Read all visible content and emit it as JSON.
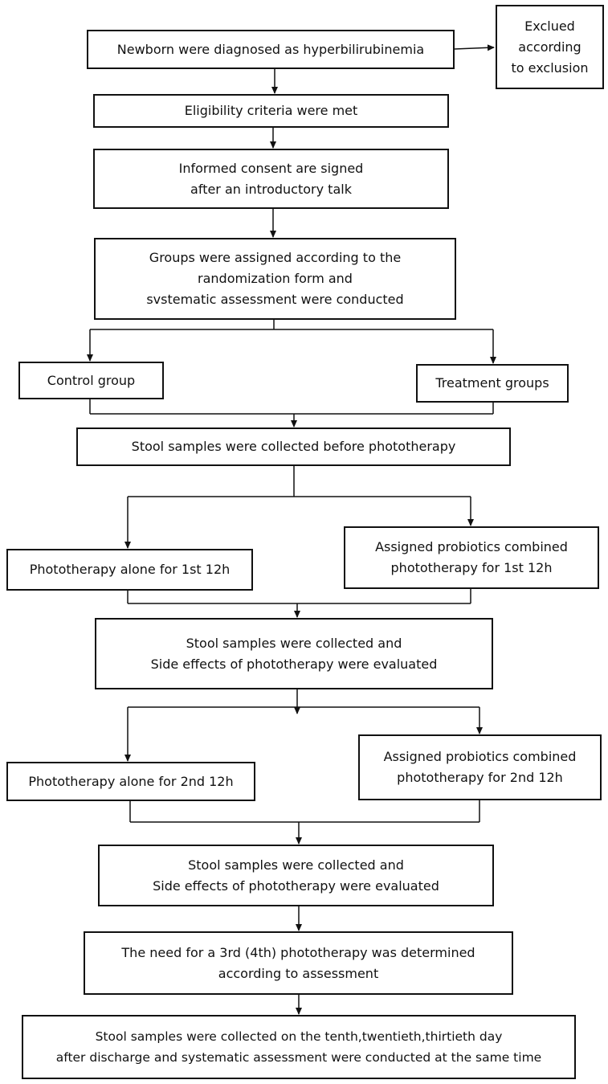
{
  "nodes": {
    "diagnosis": [
      "Newborn were diagnosed as hyperbilirubinemia"
    ],
    "excluded": [
      "Exclued",
      "according",
      "to exclusion"
    ],
    "eligibility": [
      "Eligibility criteria were met"
    ],
    "consent": [
      "Informed consent are signed",
      "after an introductory talk"
    ],
    "randomization": [
      "Groups were assigned according to the",
      "randomization form and",
      "svstematic assessment were conducted"
    ],
    "control": [
      "Control group"
    ],
    "treatment": [
      "Treatment groups"
    ],
    "stool_before": [
      "Stool samples were collected before phototherapy"
    ],
    "photo_alone_1": [
      "Phototherapy alone for 1st 12h"
    ],
    "probiotics_1": [
      "Assigned probiotics combined",
      "phototherapy for 1st 12h"
    ],
    "stool_eval_1": [
      "Stool samples were collected and",
      "Side effects of phototherapy were evaluated"
    ],
    "photo_alone_2": [
      "Phototherapy alone for 2nd 12h"
    ],
    "probiotics_2": [
      "Assigned probiotics combined",
      "phototherapy for 2nd 12h"
    ],
    "stool_eval_2": [
      "Stool samples were collected and",
      "Side effects of phototherapy were evaluated"
    ],
    "need_3rd": [
      "The need for a 3rd (4th) phototherapy was determined",
      "according to assessment"
    ],
    "followup": [
      "Stool samples were collected on the tenth,twentieth,thirtieth day",
      "after discharge and systematic assessment were conducted at the same time"
    ]
  }
}
